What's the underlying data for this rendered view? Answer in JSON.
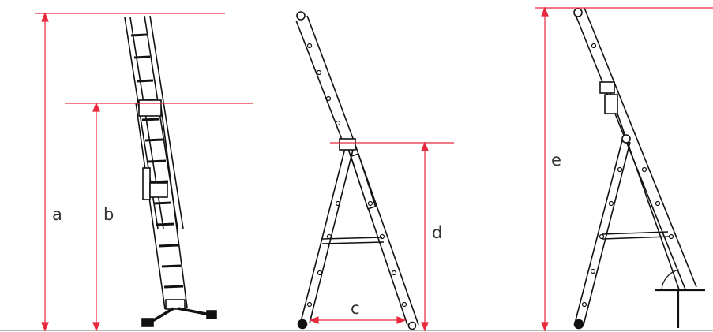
{
  "colors": {
    "dimension": "#e8283c",
    "outline": "#111111",
    "label": "#333333",
    "ground": "#9a9a9a"
  },
  "labels": {
    "a": "a",
    "b": "b",
    "c": "c",
    "d": "d",
    "e": "e"
  }
}
